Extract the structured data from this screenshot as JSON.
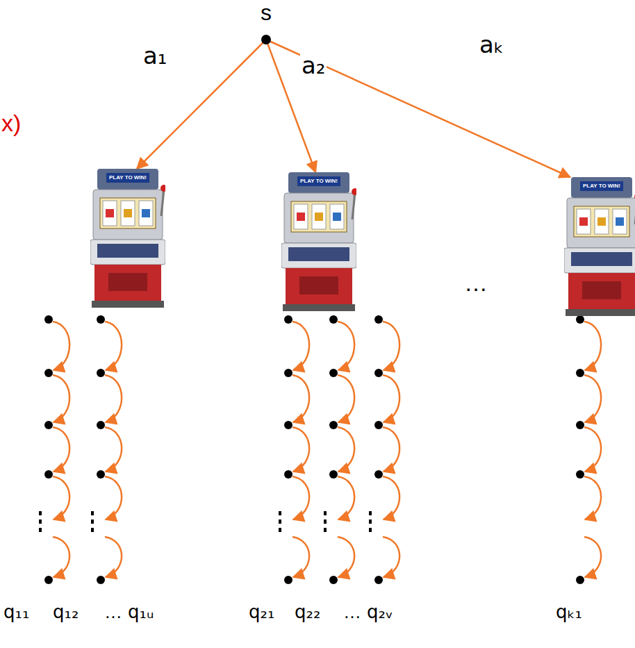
{
  "diagram": {
    "nodes": [
      {
        "text": [
          "s"
        ]
      },
      {
        "text": [
          "PLAY TO WIN!"
        ]
      },
      {
        "text": [
          "PLAY TO WIN!"
        ]
      },
      {
        "text": [
          "PLAY TO WIN!"
        ]
      }
    ],
    "edges": [
      {
        "from": 0,
        "to": 1,
        "arrow": "to",
        "label": "a₁"
      },
      {
        "from": 0,
        "to": 2,
        "arrow": "to",
        "label": "a₂"
      },
      {
        "from": 0,
        "to": 3,
        "arrow": "to",
        "label": "aₖ"
      }
    ],
    "labels": [
      "x)",
      "…",
      "q₁₁",
      "q₁₂",
      "…",
      "q₁ᵤ",
      "q₂₁",
      "q₂₂",
      "…",
      "q₂ᵥ",
      "qₖ₁"
    ]
  }
}
